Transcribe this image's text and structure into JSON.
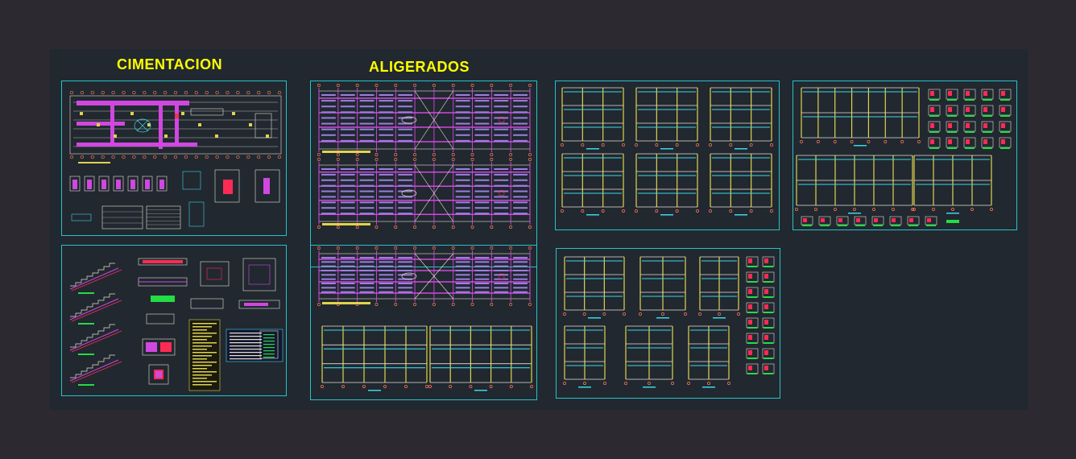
{
  "titles": {
    "cimentacion": "CIMENTACION",
    "aligerados": "ALIGERADOS"
  },
  "colors": {
    "background": "#2c2930",
    "model_space": "#212830",
    "sheet_border": "#27c3c8",
    "title": "#ffff00",
    "beam": "#d048e0",
    "joist": "#9a7fe0",
    "grid": "#e8e0d0",
    "bar": "#3ad7e8",
    "label": "#22dd44",
    "column": "#e0d44a",
    "marker": "#ff7755",
    "highlight": "#ff2b55"
  },
  "sheets": [
    {
      "id": "cimentacion-plan",
      "kind": "foundation"
    },
    {
      "id": "escaleras-detalles",
      "kind": "details"
    },
    {
      "id": "aligerado-1",
      "kind": "slab2"
    },
    {
      "id": "aligerado-2",
      "kind": "slabframe"
    },
    {
      "id": "porticos-1",
      "kind": "frames6"
    },
    {
      "id": "porticos-2",
      "kind": "framesdet"
    },
    {
      "id": "porticos-3",
      "kind": "wideframes"
    }
  ]
}
